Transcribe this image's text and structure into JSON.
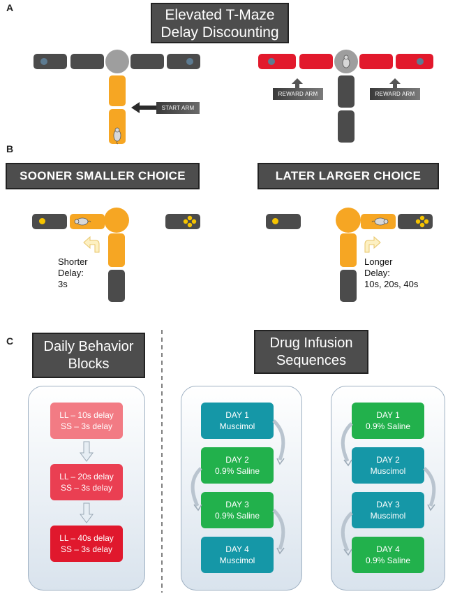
{
  "panels": {
    "a": {
      "letter": "A",
      "title": "Elevated T-Maze\nDelay Discounting",
      "start_arm_label": "START ARM",
      "reward_arm_label": "REWARD ARM"
    },
    "b": {
      "letter": "B",
      "sooner_title": "SOONER SMALLER CHOICE",
      "later_title": "LATER LARGER CHOICE",
      "shorter_delay": "Shorter\nDelay:\n3s",
      "longer_delay": "Longer\nDelay:\n10s, 20s, 40s"
    },
    "c": {
      "letter": "C",
      "daily_title": "Daily Behavior\nBlocks",
      "drug_title": "Drug Infusion\nSequences",
      "daily_blocks": [
        {
          "line1": "LL – 10s delay",
          "line2": "SS – 3s delay",
          "color": "#f27b84"
        },
        {
          "line1": "LL – 20s delay",
          "line2": "SS – 3s delay",
          "color": "#ea3f52"
        },
        {
          "line1": "LL – 40s delay",
          "line2": "SS – 3s delay",
          "color": "#e0182d"
        }
      ],
      "sequence_1": [
        {
          "day": "DAY 1",
          "drug": "Muscimol",
          "color": "#1597a7"
        },
        {
          "day": "DAY 2",
          "drug": "0.9% Saline",
          "color": "#22b14c"
        },
        {
          "day": "DAY 3",
          "drug": "0.9% Saline",
          "color": "#22b14c"
        },
        {
          "day": "DAY 4",
          "drug": "Muscimol",
          "color": "#1597a7"
        }
      ],
      "sequence_2": [
        {
          "day": "DAY 1",
          "drug": "0.9% Saline",
          "color": "#22b14c"
        },
        {
          "day": "DAY 2",
          "drug": "Muscimol",
          "color": "#1597a7"
        },
        {
          "day": "DAY 3",
          "drug": "Muscimol",
          "color": "#1597a7"
        },
        {
          "day": "DAY 4",
          "drug": "0.9% Saline",
          "color": "#22b14c"
        }
      ]
    }
  },
  "colors": {
    "maze_gray": "#4b4b4b",
    "maze_orange": "#f6a623",
    "maze_red": "#e2192c",
    "title_bg": "#4d4d4d"
  },
  "icons": [
    "rat-icon",
    "curved-arrow-icon",
    "left-arrow-icon",
    "up-arrow-icon",
    "down-arrow-icon"
  ]
}
